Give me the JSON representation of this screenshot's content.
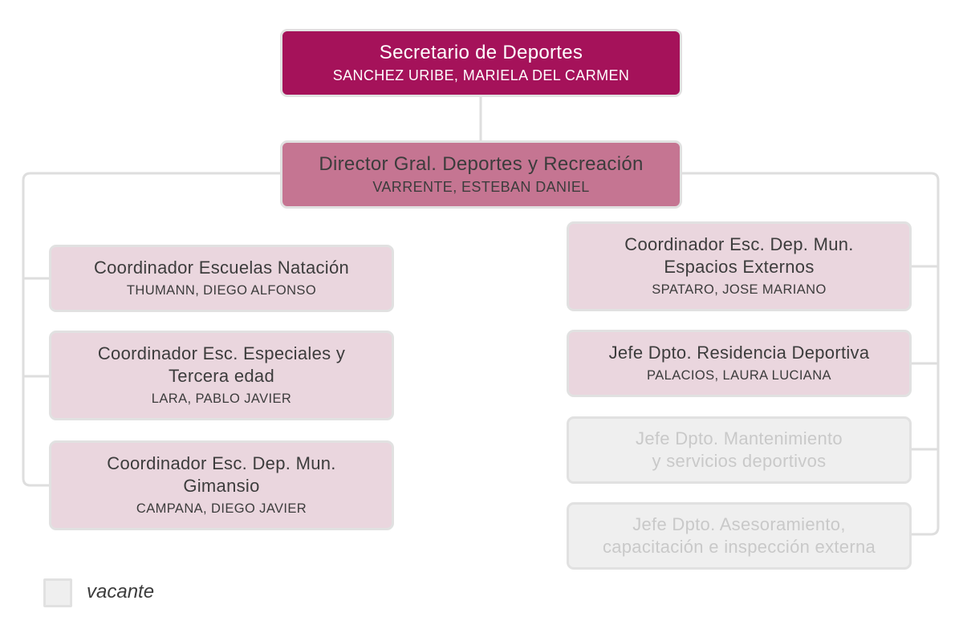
{
  "colors": {
    "secretario": "#a5125a",
    "director": "#c57592",
    "coordinador": "#ead6de",
    "vacante": "#efefef",
    "connector": "#dedede"
  },
  "secretario": {
    "title": "Secretario de Deportes",
    "name": "SANCHEZ URIBE, MARIELA DEL CARMEN"
  },
  "director": {
    "title": "Director Gral. Deportes y Recreación",
    "name": "VARRENTE,  ESTEBAN DANIEL"
  },
  "left": [
    {
      "title": "Coordinador Escuelas Natación",
      "name": "THUMANN, DIEGO ALFONSO"
    },
    {
      "title": "Coordinador Esc. Especiales y\nTercera edad",
      "name": "LARA, PABLO JAVIER"
    },
    {
      "title": "Coordinador Esc. Dep. Mun.\nGimansio",
      "name": "CAMPANA, DIEGO JAVIER"
    }
  ],
  "right": [
    {
      "title": "Coordinador Esc. Dep. Mun.\nEspacios Externos",
      "name": "SPATARO, JOSE MARIANO"
    },
    {
      "title": "Jefe Dpto. Residencia Deportiva",
      "name": "PALACIOS, LAURA LUCIANA"
    },
    {
      "title": "Jefe Dpto. Mantenimiento\ny servicios deportivos",
      "status": "vacante"
    },
    {
      "title": "Jefe Dpto. Asesoramiento,\ncapacitación e inspección externa",
      "status": "vacante"
    }
  ],
  "legend": {
    "label": "vacante"
  }
}
